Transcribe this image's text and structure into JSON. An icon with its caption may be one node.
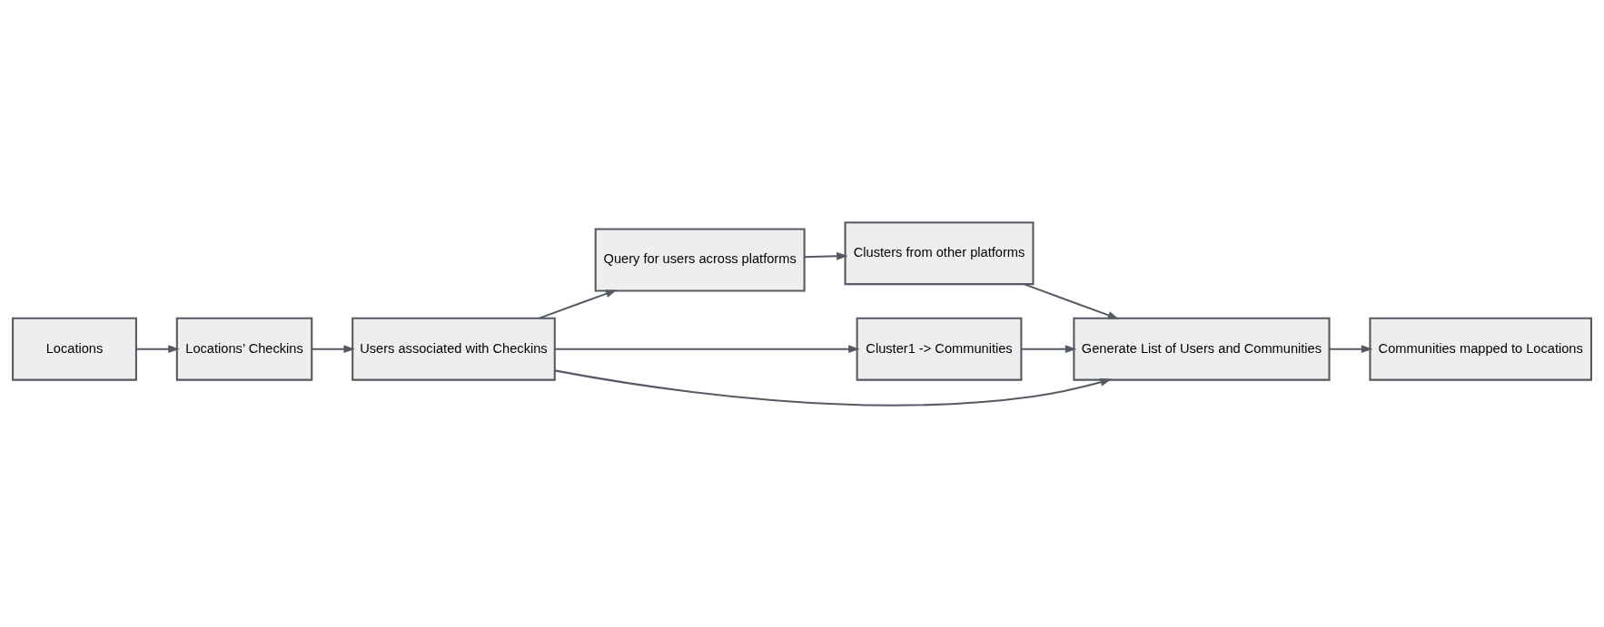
{
  "diagram": {
    "nodes": [
      {
        "text": [
          "Locations"
        ]
      },
      {
        "text": [
          "Locations’ Checkins"
        ]
      },
      {
        "text": [
          "Users associated with Checkins"
        ]
      },
      {
        "text": [
          "Query for users across platforms"
        ]
      },
      {
        "text": [
          "Cluster1 -> Communities"
        ]
      },
      {
        "text": [
          "Communities mapped to Locations"
        ]
      },
      {
        "text": [
          "Generate List of Users and Communities"
        ]
      },
      {
        "text": [
          "Clusters from other platforms"
        ]
      }
    ],
    "edges": [
      {
        "from": 0,
        "to": 1,
        "arrow": "to"
      },
      {
        "from": 1,
        "to": 2,
        "arrow": "to"
      },
      {
        "from": 2,
        "to": 3,
        "arrow": "to"
      },
      {
        "from": 2,
        "to": 4,
        "arrow": "to"
      },
      {
        "from": 2,
        "to": 6,
        "arrow": "to"
      },
      {
        "from": 4,
        "to": 6,
        "arrow": "to"
      },
      {
        "from": 3,
        "to": 7,
        "arrow": "to"
      },
      {
        "from": 7,
        "to": 6,
        "arrow": "to"
      },
      {
        "from": 6,
        "to": 5,
        "arrow": "to"
      }
    ]
  }
}
